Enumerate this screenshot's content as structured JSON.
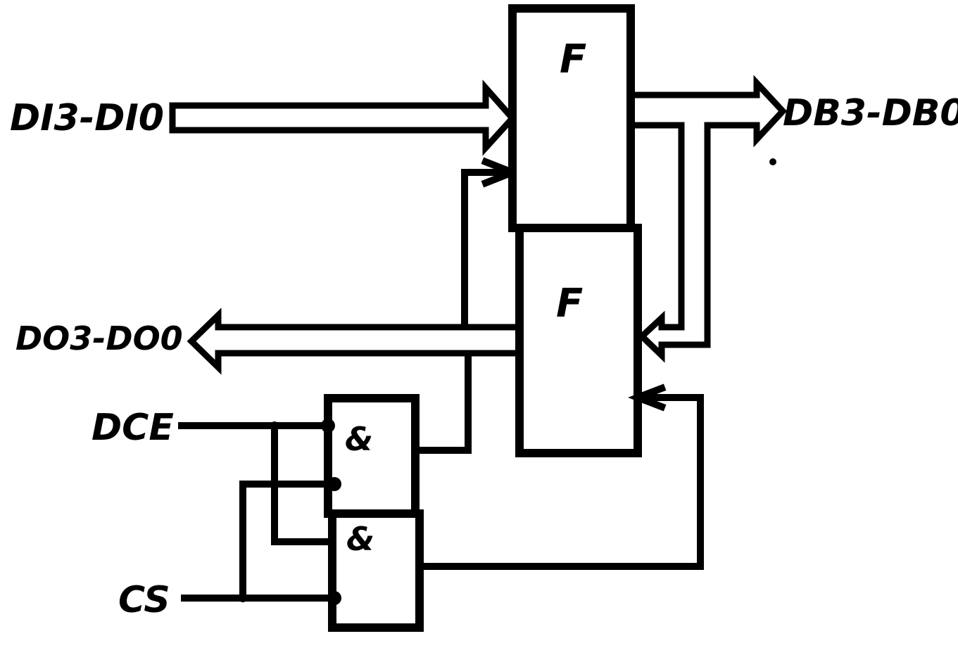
{
  "diagram": {
    "fifo_top_label": "F",
    "fifo_bottom_label": "F",
    "gate_top_label": "&",
    "gate_bottom_label": "&",
    "signals": {
      "data_in": "DI3-DI0",
      "data_out_b": "DB3-DB0",
      "data_out_o": "DO3-DO0",
      "dce": "DCE",
      "cs": "CS"
    }
  }
}
